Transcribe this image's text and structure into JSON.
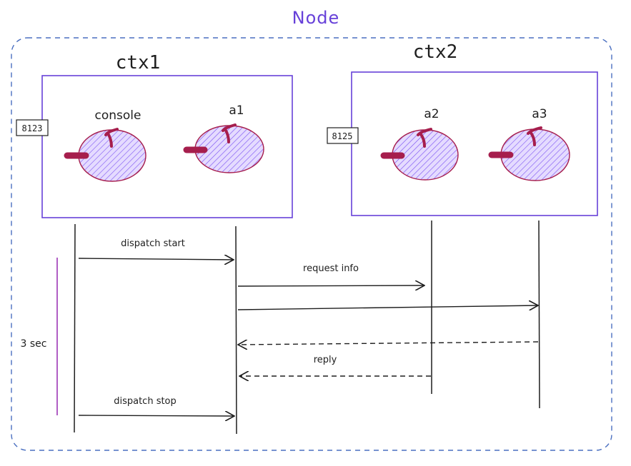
{
  "node": {
    "title": "Node",
    "color": "#6741d9",
    "border_color": "#4a6fc0"
  },
  "contexts": [
    {
      "label": "ctx1",
      "port": "8123",
      "actors": [
        {
          "label": "console",
          "icon": "actor-blob-icon"
        },
        {
          "label": "a1",
          "icon": "actor-blob-icon"
        }
      ]
    },
    {
      "label": "ctx2",
      "port": "8125",
      "actors": [
        {
          "label": "a2",
          "icon": "actor-blob-icon"
        },
        {
          "label": "a3",
          "icon": "actor-blob-icon"
        }
      ]
    }
  ],
  "messages": [
    {
      "label": "dispatch start",
      "from": "console",
      "to": "a1",
      "style": "solid"
    },
    {
      "label": "request info",
      "from": "a1",
      "to": "a2",
      "style": "solid"
    },
    {
      "label": "",
      "from": "a1",
      "to": "a3",
      "style": "solid"
    },
    {
      "label": "",
      "from": "a3",
      "to": "a1",
      "style": "dashed"
    },
    {
      "label": "reply",
      "from": "a2",
      "to": "a1",
      "style": "dashed"
    },
    {
      "label": "dispatch stop",
      "from": "console",
      "to": "a1",
      "style": "solid"
    }
  ],
  "duration": {
    "label": "3 sec",
    "color": "#9c36b5"
  },
  "colors": {
    "box_border": "#6741d9",
    "blob_fill": "#d0bfff",
    "blob_hatch": "#7950f2",
    "blob_outline": "#a61e4d",
    "blob_accent": "#a61e4d",
    "line": "#1e1e1e"
  }
}
